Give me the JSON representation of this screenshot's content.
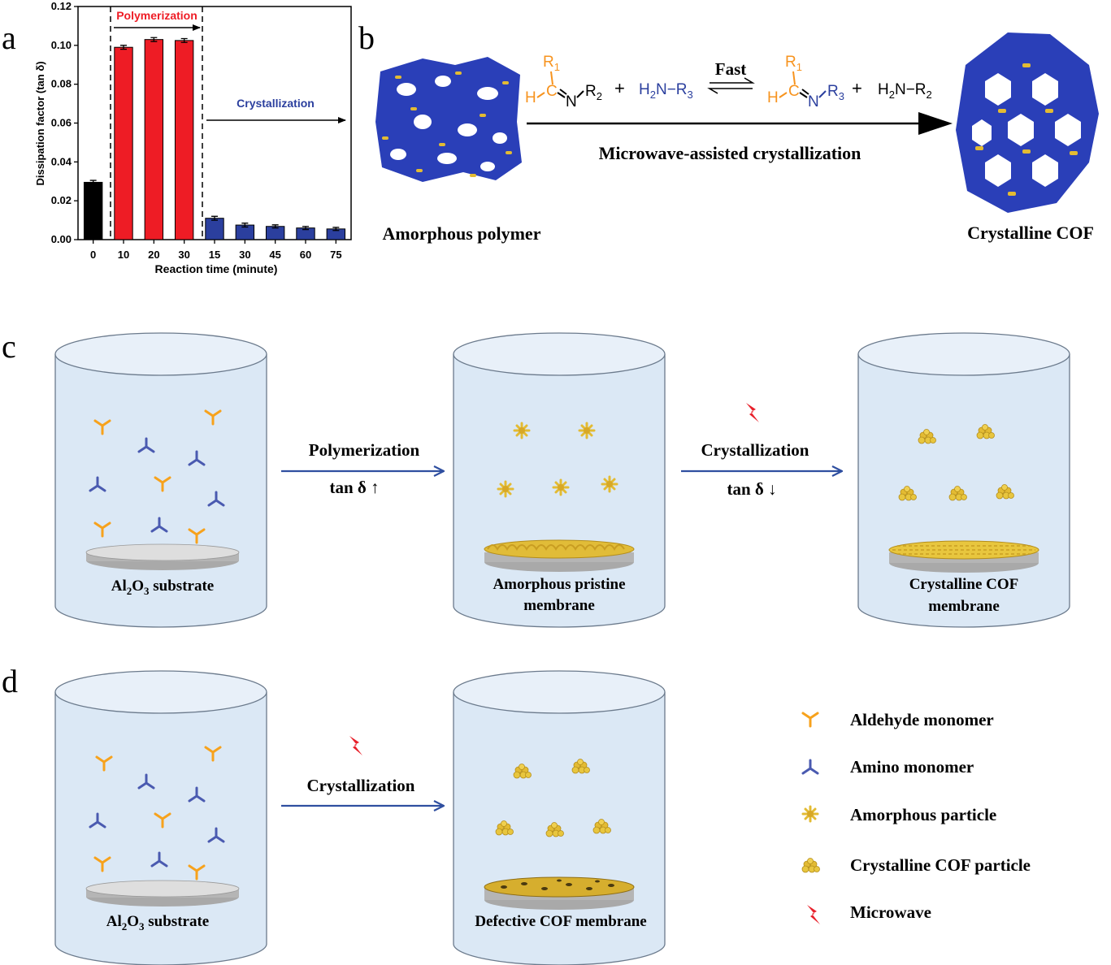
{
  "panel_letters": {
    "a": "a",
    "b": "b",
    "c": "c",
    "d": "d"
  },
  "colors": {
    "red": "#ee1c25",
    "blue": "#2b3f9e",
    "black": "#000000",
    "orange": "#f7a21c",
    "gold": "#e3bb33",
    "cyl_fill": "#dbe8f5",
    "arrow_blue": "#2f4fa0",
    "substrate": "#c8c8c8"
  },
  "chart_data": {
    "type": "bar",
    "ylabel": "Dissipation factor (tan δ)",
    "xlabel": "Reaction time (minute)",
    "ylim": [
      0,
      0.12
    ],
    "yticks": [
      "0.00",
      "0.02",
      "0.04",
      "0.06",
      "0.08",
      "0.10",
      "0.12"
    ],
    "categories": [
      "0",
      "10",
      "20",
      "30",
      "15",
      "30",
      "45",
      "60",
      "75"
    ],
    "values": [
      0.0295,
      0.099,
      0.103,
      0.1025,
      0.011,
      0.0075,
      0.0068,
      0.006,
      0.0055
    ],
    "errors": [
      0.001,
      0.001,
      0.001,
      0.001,
      0.001,
      0.001,
      0.0008,
      0.0008,
      0.0008
    ],
    "bar_colors": [
      "#000000",
      "#ee1c25",
      "#ee1c25",
      "#ee1c25",
      "#2b3f9e",
      "#2b3f9e",
      "#2b3f9e",
      "#2b3f9e",
      "#2b3f9e"
    ],
    "annotations": {
      "polymerization": "Polymerization",
      "crystallization": "Crystallization"
    }
  },
  "panel_b": {
    "reaction_fast": "Fast",
    "reaction_caption": "Microwave-assisted crystallization",
    "left_label": "Amorphous polymer",
    "right_label": "Crystalline COF",
    "imine1": {
      "r1": "R",
      "r1_sub": "1",
      "h": "H",
      "c": "C",
      "n": "N",
      "r2": "R",
      "r2_sub": "2"
    },
    "amine1": {
      "text": "H",
      "sub": "2",
      "rest": "N−R",
      "rsub": "3"
    },
    "imine2": {
      "r1": "R",
      "r1_sub": "1",
      "h": "H",
      "c": "C",
      "n": "N",
      "r3": "R",
      "r3_sub": "3"
    },
    "amine2": {
      "text": "H",
      "sub": "2",
      "rest": "N−R",
      "rsub": "2"
    },
    "plus": "+"
  },
  "panel_c": {
    "substrate_label": {
      "pre": "Al",
      "sub1": "2",
      "mid": "O",
      "sub2": "3",
      "post": " substrate"
    },
    "arrow1_label": "Polymerization",
    "arrow1_sub": "tan δ ↑",
    "arrow2_label": "Crystallization",
    "arrow2_sub": "tan δ ↓",
    "middle_label_1": "Amorphous pristine",
    "middle_label_2": "membrane",
    "right_label_1": "Crystalline COF",
    "right_label_2": "membrane"
  },
  "panel_d": {
    "substrate_label": {
      "pre": "Al",
      "sub1": "2",
      "mid": "O",
      "sub2": "3",
      "post": " substrate"
    },
    "arrow_label": "Crystallization",
    "right_label": "Defective COF membrane"
  },
  "legend": [
    {
      "icon": "aldehyde-monomer-icon",
      "label": "Aldehyde monomer"
    },
    {
      "icon": "amino-monomer-icon",
      "label": "Amino monomer"
    },
    {
      "icon": "amorphous-particle-icon",
      "label": "Amorphous particle"
    },
    {
      "icon": "crystalline-particle-icon",
      "label": "Crystalline COF particle"
    },
    {
      "icon": "microwave-icon",
      "label": "Microwave"
    }
  ]
}
